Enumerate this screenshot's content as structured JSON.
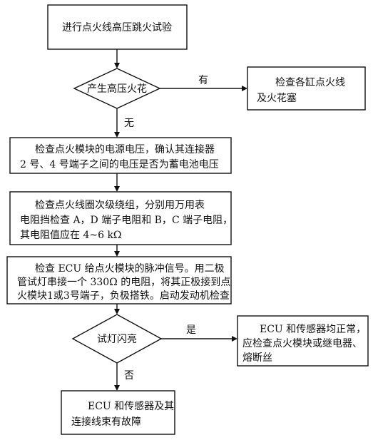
{
  "nodes": {
    "start": {
      "lines": [
        "进行点火线高压跳火试验"
      ]
    },
    "decision1": {
      "lines": [
        "产生高压火花"
      ]
    },
    "check_plugs": {
      "lines": [
        "检查各缸点火线",
        "及火花塞"
      ]
    },
    "check_power": {
      "lines": [
        "检查点火模块的电源电压，确认其连接器",
        "2 号、4 号端子之间的电压是否为蓄电池电压"
      ]
    },
    "check_coil": {
      "lines": [
        "检查点火线圈次级绕组，分别用万用表",
        "电阻挡检查 A，D 端子电阻和 B，C 端子电阻，",
        "其电阻值应在 4~6 kΩ"
      ]
    },
    "check_ecu": {
      "lines": [
        "检查 ECU 给点火模块的脉冲信号。用二极",
        "管试灯串接一个 330Ω 的电阻，将其正极接到点",
        "火模块1或3号端子，负极搭铁。启动发动机检查"
      ]
    },
    "decision2": {
      "lines": [
        "试灯闪亮"
      ]
    },
    "check_module": {
      "lines": [
        "ECU 和传感器均正常，",
        "应检查点火模块或继电器、",
        "熔断丝"
      ]
    },
    "fault": {
      "lines": [
        "ECU 和传感器及其",
        "连接线束有故障"
      ]
    }
  },
  "edges": {
    "d1_yes": "有",
    "d1_no": "无",
    "d2_yes": "是",
    "d2_no": "否"
  }
}
